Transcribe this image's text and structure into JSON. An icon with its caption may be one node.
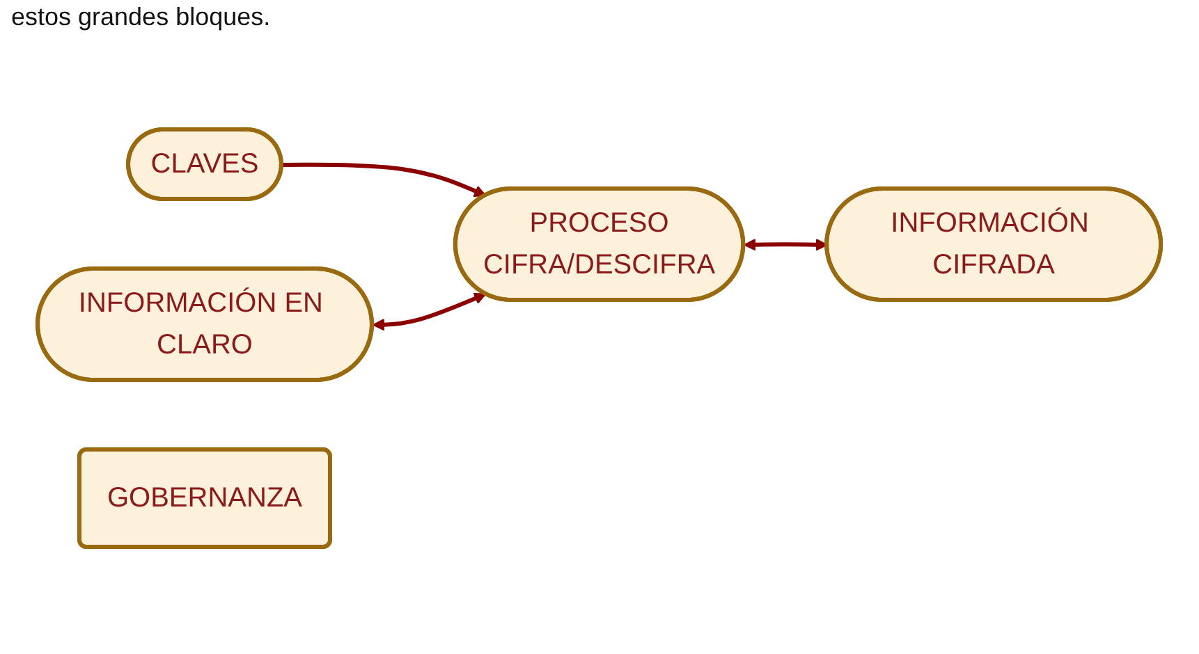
{
  "diagram": {
    "nodes": [
      {
        "text": [
          "CLAVES"
        ]
      },
      {
        "text": [
          "INFORMACIÓN EN CLARO"
        ]
      },
      {
        "text": [
          "PROCESO",
          "CIFRA/DESCIFRA"
        ]
      },
      {
        "text": [
          "INFORMACIÓN CIFRADA"
        ]
      },
      {
        "text": [
          "GOBERNANZA"
        ]
      }
    ],
    "edges": [
      {
        "from": 0,
        "to": 2,
        "arrow": "to"
      },
      {
        "from": 1,
        "to": 2,
        "arrow": "both"
      },
      {
        "from": 2,
        "to": 3,
        "arrow": "both"
      }
    ],
    "labels": [
      "estos grandes bloques."
    ]
  }
}
